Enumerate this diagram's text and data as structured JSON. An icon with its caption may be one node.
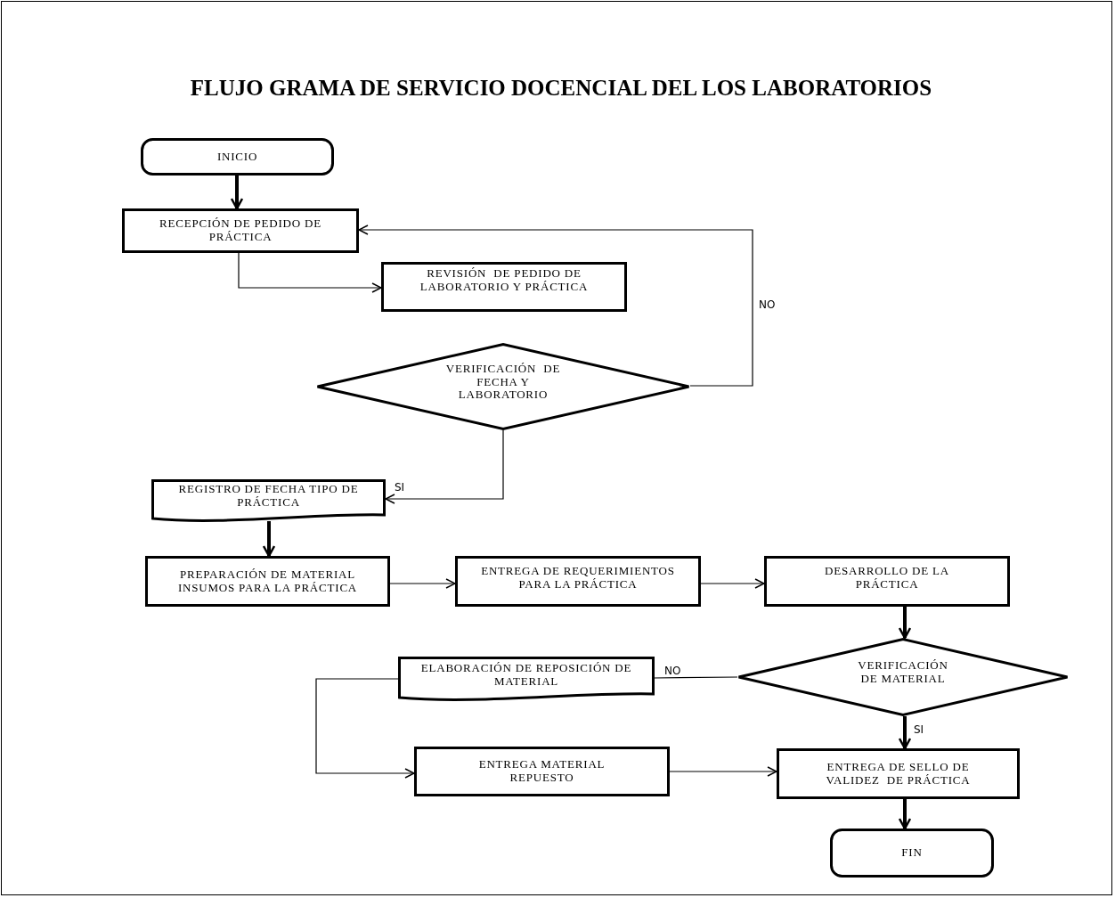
{
  "diagram": {
    "title": "FLUJO GRAMA DE SERVICIO DOCENCIAL DEL LOS LABORATORIOS",
    "nodes": [
      {
        "text": [
          "INICIO"
        ]
      },
      {
        "text": [
          "RECEPCIÓN DE PEDIDO DE PRÁCTICA"
        ]
      },
      {
        "text": [
          "REVISIÓN  DE PEDIDO DE LABORATORIO Y PRÁCTICA"
        ]
      },
      {
        "text": [
          "VERIFICACIÓN  DE FECHA Y LABORATORIO"
        ]
      },
      {
        "text": [
          "REGISTRO DE FECHA TIPO DE PRÁCTICA"
        ]
      },
      {
        "text": [
          "PREPARACIÓN DE MATERIAL INSUMOS PARA LA PRÁCTICA"
        ]
      },
      {
        "text": [
          "ENTREGA DE REQUERIMIENTOS PARA LA PRÁCTICA"
        ]
      },
      {
        "text": [
          "DESARROLLO DE LA PRÁCTICA"
        ]
      },
      {
        "text": [
          "VERIFICACIÓN DE MATERIAL"
        ]
      },
      {
        "text": [
          "ELABORACIÓN DE REPOSICIÓN DE MATERIAL"
        ]
      },
      {
        "text": [
          "ENTREGA MATERIAL REPUESTO"
        ]
      },
      {
        "text": [
          "ENTREGA DE SELLO DE VALIDEZ  DE PRÁCTICA"
        ]
      },
      {
        "text": [
          "FIN"
        ]
      }
    ],
    "edges": [
      {
        "from": 0,
        "to": 1,
        "arrow": "to",
        "style": "thick"
      },
      {
        "from": 1,
        "to": 2,
        "arrow": "to"
      },
      {
        "from": 3,
        "to": 1,
        "arrow": "to",
        "label": "NO"
      },
      {
        "from": 3,
        "to": 4,
        "arrow": "to",
        "label": "SI"
      },
      {
        "from": 4,
        "to": 5,
        "arrow": "to",
        "style": "thick"
      },
      {
        "from": 5,
        "to": 6,
        "arrow": "to"
      },
      {
        "from": 6,
        "to": 7,
        "arrow": "to"
      },
      {
        "from": 7,
        "to": 8,
        "arrow": "to",
        "style": "thick"
      },
      {
        "from": 8,
        "to": 9,
        "arrow": "none",
        "label": "NO"
      },
      {
        "from": 9,
        "to": 10,
        "arrow": "to"
      },
      {
        "from": 8,
        "to": 11,
        "arrow": "to",
        "style": "thick",
        "label": "SI"
      },
      {
        "from": 10,
        "to": 11,
        "arrow": "to"
      },
      {
        "from": 11,
        "to": 12,
        "arrow": "to",
        "style": "thick"
      }
    ]
  }
}
